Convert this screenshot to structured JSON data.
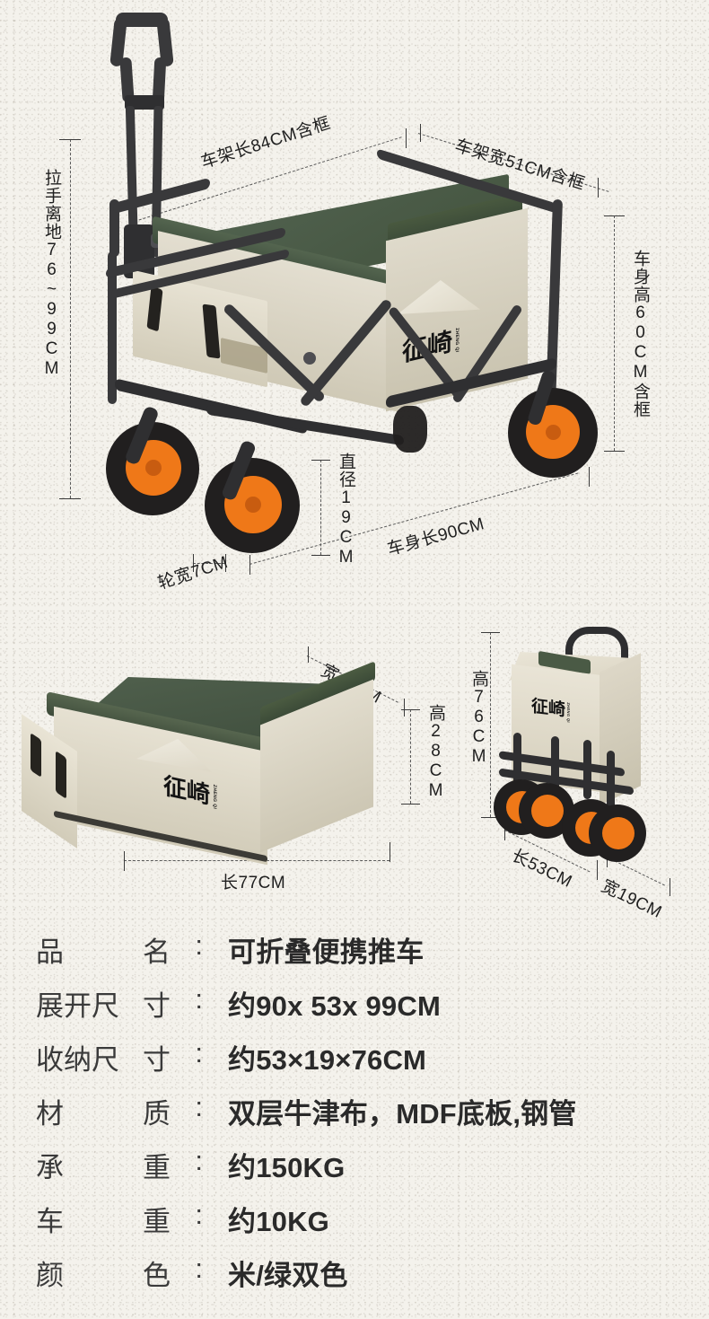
{
  "brand": {
    "logo_cn": "征崎",
    "logo_pinyin": "ZHENG QI"
  },
  "diagrams": {
    "unfolded": {
      "name": "unfolded-cart-diagram",
      "labels": {
        "handle_height": "拉手离地76~99CM",
        "frame_length": "车架长84CM含框",
        "frame_width": "车架宽51CM含框",
        "body_height": "车身高60CM含框",
        "wheel_diameter": "直径19CM",
        "wheel_width": "轮宽7CM",
        "body_length": "车身长90CM"
      }
    },
    "basket": {
      "name": "folded-basket-diagram",
      "labels": {
        "width": "宽46CM",
        "height": "高28CM",
        "length": "长77CM"
      }
    },
    "folded": {
      "name": "folded-cart-diagram",
      "labels": {
        "height": "高76CM",
        "length": "长53CM",
        "width": "宽19CM"
      }
    }
  },
  "specs": [
    {
      "label_chars": [
        "品",
        "名"
      ],
      "label": "品　　名",
      "value": "可折叠便携推车"
    },
    {
      "label_chars": [
        "展开尺",
        "寸"
      ],
      "label": "展开尺寸",
      "value": "约90x 53x 99CM"
    },
    {
      "label_chars": [
        "收纳尺",
        "寸"
      ],
      "label": "收纳尺寸",
      "value": "约53×19×76CM"
    },
    {
      "label_chars": [
        "材",
        "质"
      ],
      "label": "材　　质",
      "value": "双层牛津布，MDF底板,钢管"
    },
    {
      "label_chars": [
        "承",
        "重"
      ],
      "label": "承　　重",
      "value": "约150KG"
    },
    {
      "label_chars": [
        "车",
        "重"
      ],
      "label": "车　　重",
      "value": "约10KG"
    },
    {
      "label_chars": [
        "颜",
        "色"
      ],
      "label": "颜　　色",
      "value": "米/绿双色"
    }
  ],
  "colors": {
    "background": "#f4f2ec",
    "fabric_green": "#4a5a48",
    "fabric_beige": "#dcd7c6",
    "frame_dark": "#39393b",
    "wheel_orange": "#ef7818",
    "tire_black": "#211f1f",
    "text": "#2a2a2a"
  }
}
